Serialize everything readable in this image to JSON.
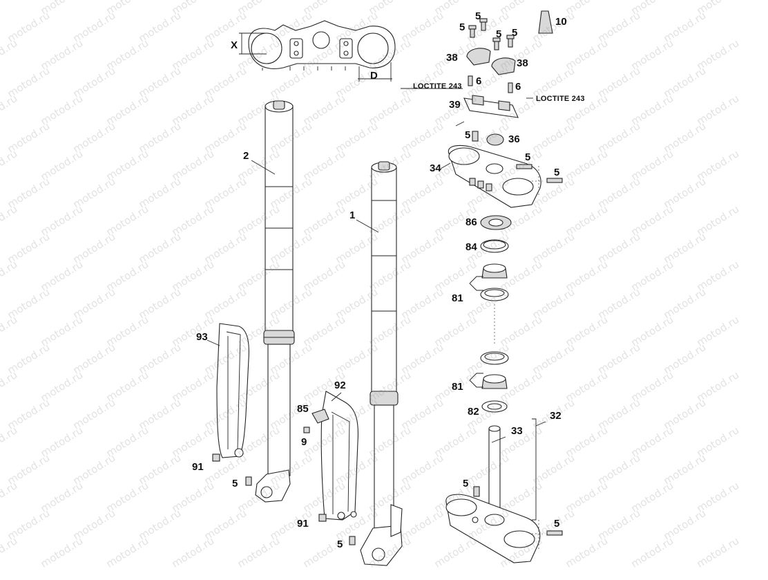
{
  "watermark": "motod.ru",
  "dimension_labels": {
    "x": "X",
    "d": "D"
  },
  "callouts": {
    "c10": "10",
    "c5_a": "5",
    "c5_b": "5",
    "c5_c": "5",
    "c5_d": "5",
    "c38_a": "38",
    "c38_b": "38",
    "c6_a": "6",
    "c6_b": "6",
    "c39": "39",
    "c5_e": "5",
    "c36": "36",
    "c5_f": "5",
    "c34": "34",
    "c5_g": "5",
    "c86": "86",
    "c84": "84",
    "c81_a": "81",
    "c81_b": "81",
    "c82": "82",
    "c32": "32",
    "c33": "33",
    "c5_h": "5",
    "c5_i": "5",
    "c2": "2",
    "c1": "1",
    "c93": "93",
    "c92": "92",
    "c85": "85",
    "c9": "9",
    "c91_a": "91",
    "c5_j": "5",
    "c91_b": "91",
    "c5_k": "5"
  },
  "notes": {
    "loctite_left": "LOCTITE 243",
    "loctite_right": "LOCTITE 243"
  }
}
